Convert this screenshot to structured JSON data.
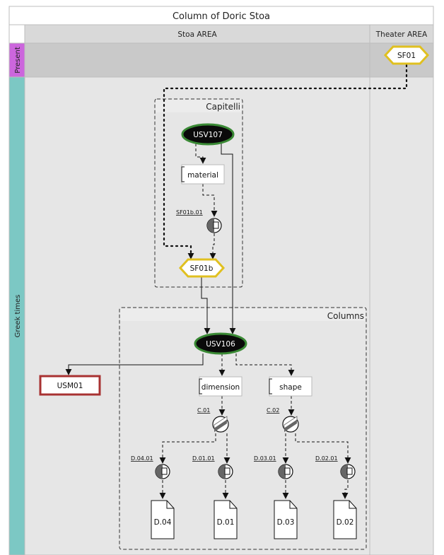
{
  "title": "Column of Doric Stoa",
  "columns": {
    "stoa": "Stoa AREA",
    "theater": "Theater AREA"
  },
  "rows": {
    "present": "Present",
    "greek": "Greek times"
  },
  "groups": {
    "capitelli": "Capitelli",
    "columns": "Columns"
  },
  "nodes": {
    "usv107": "USV107",
    "usv106": "USV106",
    "sf01": "SF01",
    "sf01b": "SF01b",
    "usm01": "USM01",
    "material": "material",
    "dimension": "dimension",
    "shape": "shape",
    "d04": "D.04",
    "d01": "D.01",
    "d03": "D.03",
    "d02": "D.02"
  },
  "labels": {
    "sf01b01": "SF01b.01",
    "c01": "C.01",
    "c02": "C.02",
    "d0401": "D.04.01",
    "d0101": "D.01.01",
    "d0301": "D.03.01",
    "d0201": "D.02.01"
  },
  "colors": {
    "present_band": "#cc66dd",
    "greek_band": "#7cc8c4",
    "header_gray": "#d9d9d9",
    "swimlane_gray": "#e6e6e6",
    "usv_fill": "#0a0a0a",
    "usv_border": "#3a8a35",
    "sf_border": "#e0c020",
    "usm_border": "#a83232"
  }
}
